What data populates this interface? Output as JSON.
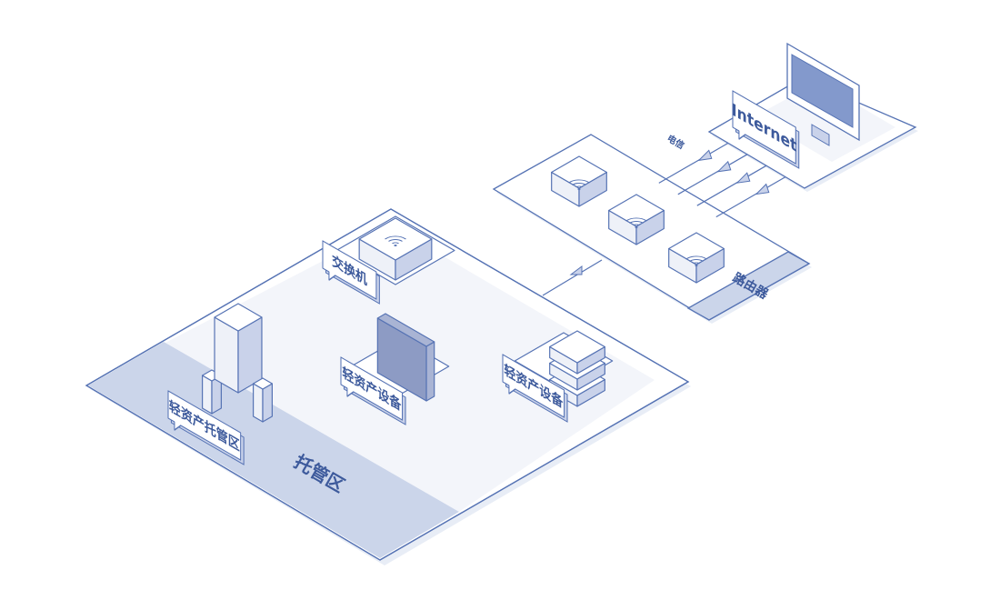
{
  "labels": {
    "switch": "交换机",
    "device_1": "轻资产设备",
    "device_2": "轻资产设备",
    "hosting_area_sign": "轻资产托管区",
    "hosting_area_floor": "托管区",
    "router": "路由器",
    "internet": "Internet",
    "link": "电信"
  },
  "colors": {
    "stroke": "#5673b4",
    "floor_dark": "#cbd5ea",
    "floor_light": "#f3f5fa",
    "face_top": "#ffffff",
    "face_left": "#eef1f8",
    "face_right": "#c9d2ea",
    "panel": "#a9b4d4",
    "screen": "#8399cc"
  }
}
